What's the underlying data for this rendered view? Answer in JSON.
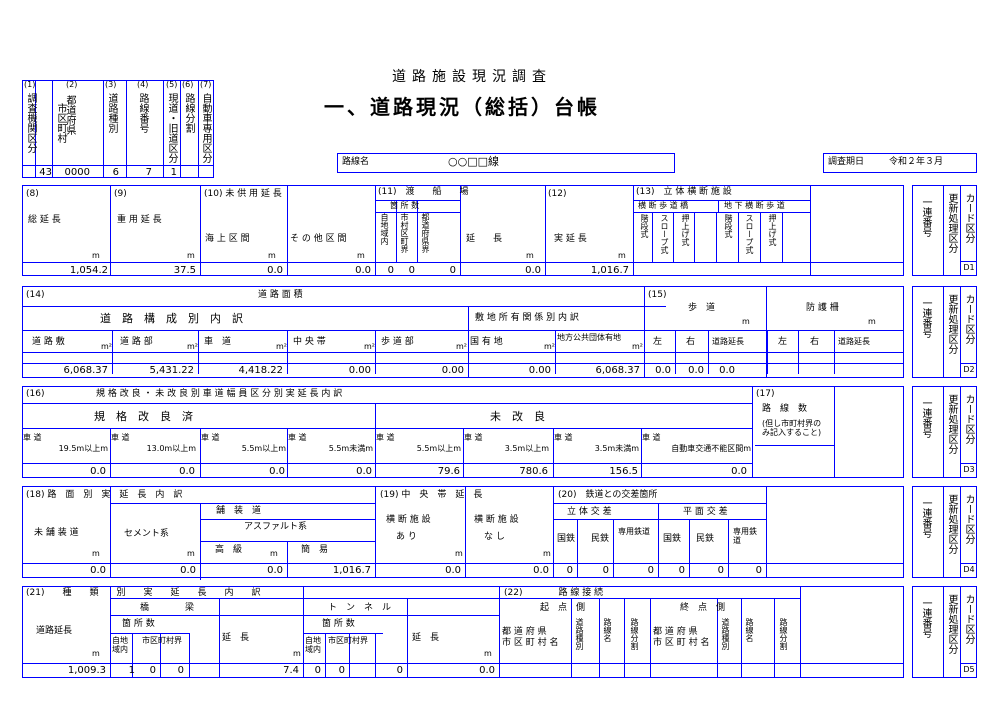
{
  "header": {
    "survey_title": "道路施設現況調査",
    "main_title": "一、道路現況（総括）台帳",
    "route_label": "路線名",
    "route_name": "○○□□線",
    "survey_date_label": "調査期日",
    "survey_date": "令和２年３月",
    "id_heads": [
      "(1)",
      "(2)",
      "(3)",
      "(4)",
      "(5)",
      "(6)",
      "(7)"
    ],
    "id_labels": [
      "調査機関区分",
      "都道府県",
      "市区町村",
      "道路種別",
      "路線番号",
      "現道・旧道区分",
      "路線分割",
      "自動車専用区分"
    ],
    "id_values": [
      "43",
      "0000",
      "6",
      "7",
      "1"
    ]
  },
  "side": {
    "road_no": "一連番号",
    "update": "更新処理区分",
    "card": "カード区分"
  },
  "cards": [
    "D1",
    "D2",
    "D3",
    "D4",
    "D5"
  ],
  "d1": {
    "h8": "(8)",
    "h9": "(9)",
    "h10": "(10) 未 供 用 延 長",
    "h11": "(11)　渡　　船　　場",
    "h12": "(12)",
    "h13": "(13)　立 体 横 断 施 設",
    "total": "総 延 長",
    "dup": "重 用 延 長",
    "sea": "海 上 区 間",
    "other": "そ の 他 区 間",
    "count": "箇 所 数",
    "c1": "自地域内",
    "c2": "市村区町界",
    "c3": "都道府県界",
    "len": "延　　長",
    "real": "実 延 長",
    "cross": "横 断 歩 道 橋",
    "under": "地 下 横 断 歩 道",
    "kaidan": "階段式",
    "slope": "スロープ式",
    "oshi": "押上げ式",
    "unit": "m",
    "values": [
      "1,054.2",
      "37.5",
      "0.0",
      "0.0",
      "0",
      "0",
      "0",
      "0.0",
      "1,016.7"
    ]
  },
  "d2": {
    "h14": "(14)",
    "area": "道 路 面 積",
    "h15": "(15)",
    "composition": "道　路　構　成　別　内　訳",
    "land": "敷 地 所 有 関 係 別 内 訳",
    "sidewalk": "歩　道",
    "fence": "防 護 柵",
    "cols": [
      "道 路 敷",
      "道 路 部",
      "車　道",
      "中 央 帯",
      "歩 道 部",
      "国 有 地",
      "地方公共団体有地"
    ],
    "lr": [
      "左",
      "右",
      "道路延長",
      "左",
      "右",
      "道路延長"
    ],
    "unit": "m",
    "m2": "m²",
    "values": [
      "6,068.37",
      "5,431.22",
      "4,418.22",
      "0.00",
      "0.00",
      "0.00",
      "6,068.37",
      "0.0",
      "0.0",
      "0.0"
    ]
  },
  "d3": {
    "h16": "(16)",
    "title": "規 格 改 良 ・ 未 改 良 別 車 道 幅 員 区 分 別 実 延 長 内 訳",
    "done": "規　格　改　良　済",
    "notdone": "未　改　良",
    "h17": "(17)",
    "route_count": "路　線　数",
    "note1": "(但し市町村界の",
    "note2": "み記入すること)",
    "lane": "車 道",
    "widths": [
      "19.5m以上m",
      "13.0m以上m",
      "5.5m以上m",
      "5.5m未満m",
      "5.5m以上m",
      "3.5m以上m",
      "3.5m未満m",
      "自動車交通不能区間m"
    ],
    "values": [
      "0.0",
      "0.0",
      "0.0",
      "0.0",
      "79.6",
      "780.6",
      "156.5",
      "0.0"
    ]
  },
  "d4": {
    "h18": "(18) 路　面　別　実　延　長　内　訳",
    "h19": "(19) 中　央　帯　延　長",
    "h20": "(20)　鉄道との交差箇所",
    "unpaved": "未 舗 装 道",
    "paved": "舗　装　道",
    "cement": "セメント系",
    "asphalt": "アスファルト系",
    "high": "高　級",
    "simple": "簡　易",
    "with_fac": "横 断 施 設",
    "ari": "あ り",
    "nashi": "な し",
    "grade_sep": "立 体 交 差",
    "level": "平 面 交 差",
    "jnr": "国鉄",
    "private": "民鉄",
    "dedicated": "専用鉄道",
    "unit": "m",
    "values": [
      "0.0",
      "0.0",
      "0.0",
      "1,016.7",
      "0.0",
      "0.0",
      "0",
      "0",
      "0",
      "0",
      "0",
      "0"
    ]
  },
  "d5": {
    "h21": "(21)　　種　　類　　別　　実　　延　　長　　内　　訳",
    "h22": "(22)　　　　路 線 接 続",
    "road_len": "道路延長",
    "bridge": "橋　　　　梁",
    "tunnel": "ト　ン　ネ　ル",
    "count": "箇 所 数",
    "c1": "自地域内",
    "c2": "市区町村界",
    "c3": "都道府県界",
    "len": "延　長",
    "start": "起　点　側",
    "end": "終　点　側",
    "pref": "都 道 府 県",
    "city": "市 区 町 村 名",
    "kind": "道路種別",
    "rname": "路線名",
    "rdiv": "路線分割",
    "unit": "m",
    "values": [
      "1,009.3",
      "1",
      "0",
      "0",
      "7.4",
      "0",
      "0",
      "0",
      "0.0"
    ]
  }
}
